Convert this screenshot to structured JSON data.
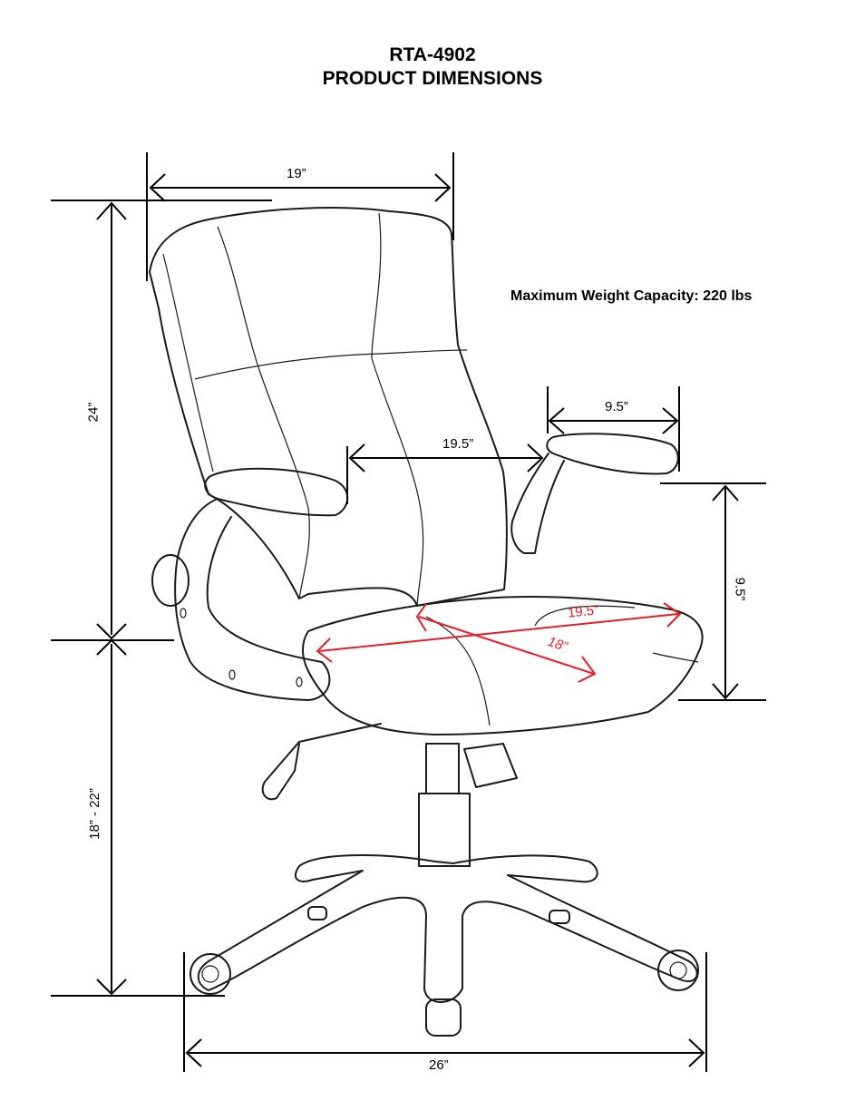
{
  "header": {
    "model": "RTA-4902",
    "subtitle": "PRODUCT DIMENSIONS"
  },
  "notes": {
    "max_weight": "Maximum Weight Capacity: 220 lbs"
  },
  "dimensions": {
    "back_width": "19”",
    "back_height": "24”",
    "seat_height": "18” - 22”",
    "inner_width": "19.5”",
    "arm_width": "9.5”",
    "arm_height": "9.5”",
    "seat_width": "19.5”",
    "seat_depth": "18”",
    "base_width": "26”"
  },
  "colors": {
    "line": "#1a1a1a",
    "accent": "#e41e26",
    "background": "#ffffff"
  }
}
